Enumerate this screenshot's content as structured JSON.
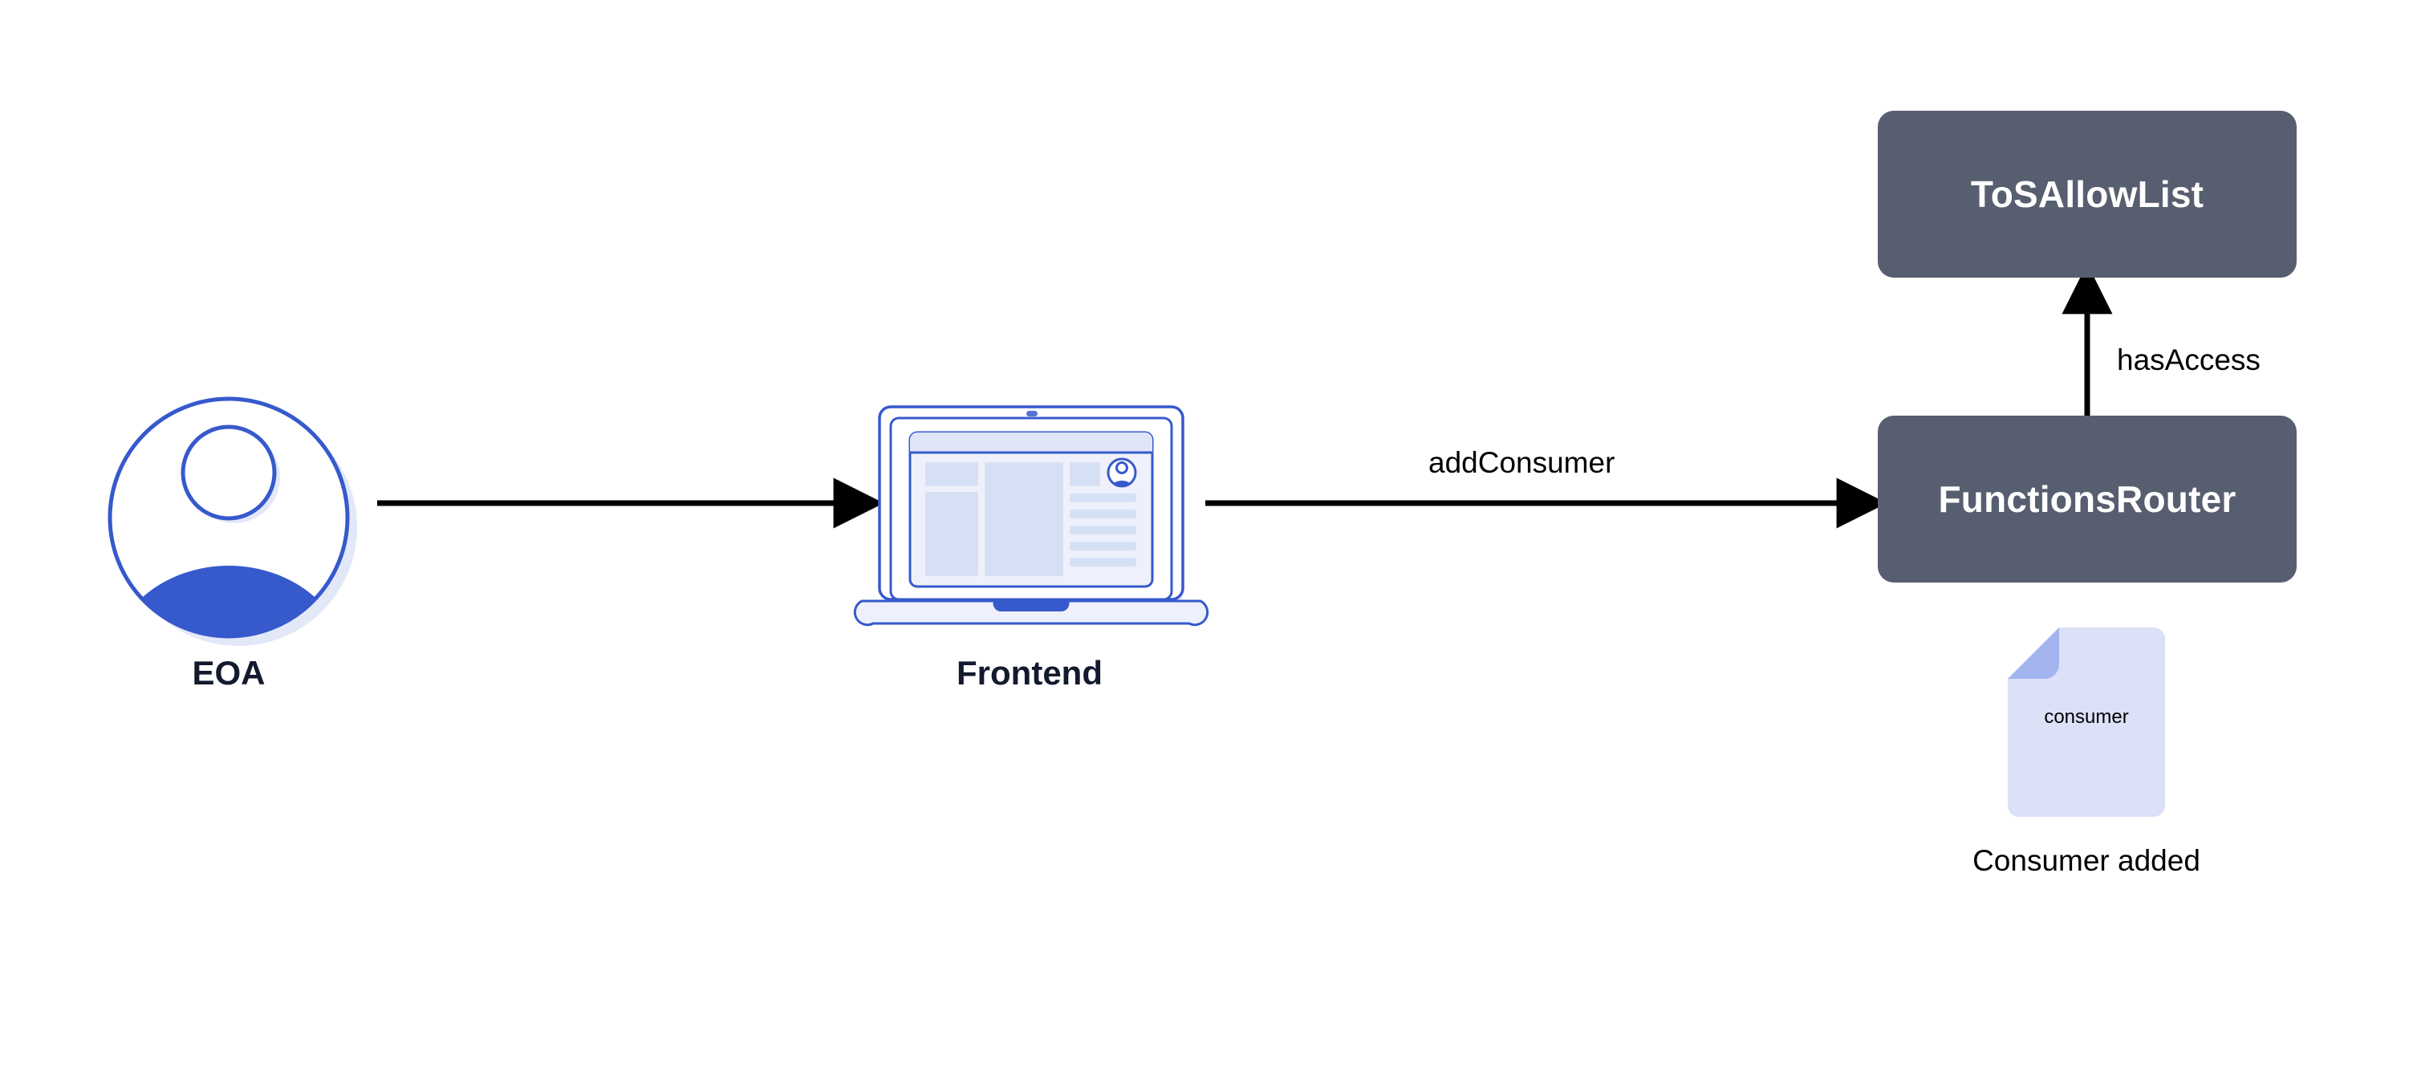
{
  "diagram": {
    "title": "Chainlink Functions addConsumer flow",
    "background_color": "#ffffff",
    "nodes": [
      {
        "id": "eoa",
        "label": "EOA",
        "kind": "actor",
        "icon": "user-avatar-icon"
      },
      {
        "id": "frontend",
        "label": "Frontend",
        "kind": "actor",
        "icon": "laptop-icon"
      },
      {
        "id": "tos_allowlist",
        "label": "ToSAllowList",
        "kind": "contract-box",
        "fill_color": "#575e6f",
        "text_color": "#ffffff"
      },
      {
        "id": "functions_router",
        "label": "FunctionsRouter",
        "kind": "contract-box",
        "fill_color": "#575e6f",
        "text_color": "#ffffff"
      }
    ],
    "edges": [
      {
        "id": "eoa_to_frontend",
        "from": "eoa",
        "to": "frontend",
        "label": "",
        "direction": "right",
        "color": "#000000"
      },
      {
        "id": "frontend_to_router",
        "from": "frontend",
        "to": "functions_router",
        "label": "addConsumer",
        "direction": "right",
        "color": "#000000"
      },
      {
        "id": "router_to_allowlist",
        "from": "functions_router",
        "to": "tos_allowlist",
        "label": "hasAccess",
        "direction": "up",
        "color": "#000000"
      }
    ],
    "artifacts": [
      {
        "id": "consumer_document",
        "icon": "document-icon",
        "inner_label": "consumer",
        "caption": "Consumer added",
        "body_color": "#dce1f7",
        "fold_color": "#a3b4ef"
      }
    ],
    "palette": {
      "box_fill": "#575e6f",
      "box_text": "#ffffff",
      "accent_blue": "#3659cc",
      "caption_navy": "#131a2e",
      "edge_black": "#000000",
      "doc_body": "#dce1f7",
      "doc_fold": "#a3b4ef",
      "screen_light": "#eef1fb",
      "screen_block": "#d6e0f5",
      "shadow_blue": "#e2e8f8"
    }
  },
  "labels": {
    "eoa": "EOA",
    "frontend": "Frontend",
    "tos_allowlist": "ToSAllowList",
    "functions_router": "FunctionsRouter",
    "add_consumer": "addConsumer",
    "has_access": "hasAccess",
    "consumer_doc_text": "consumer",
    "consumer_added": "Consumer added"
  }
}
